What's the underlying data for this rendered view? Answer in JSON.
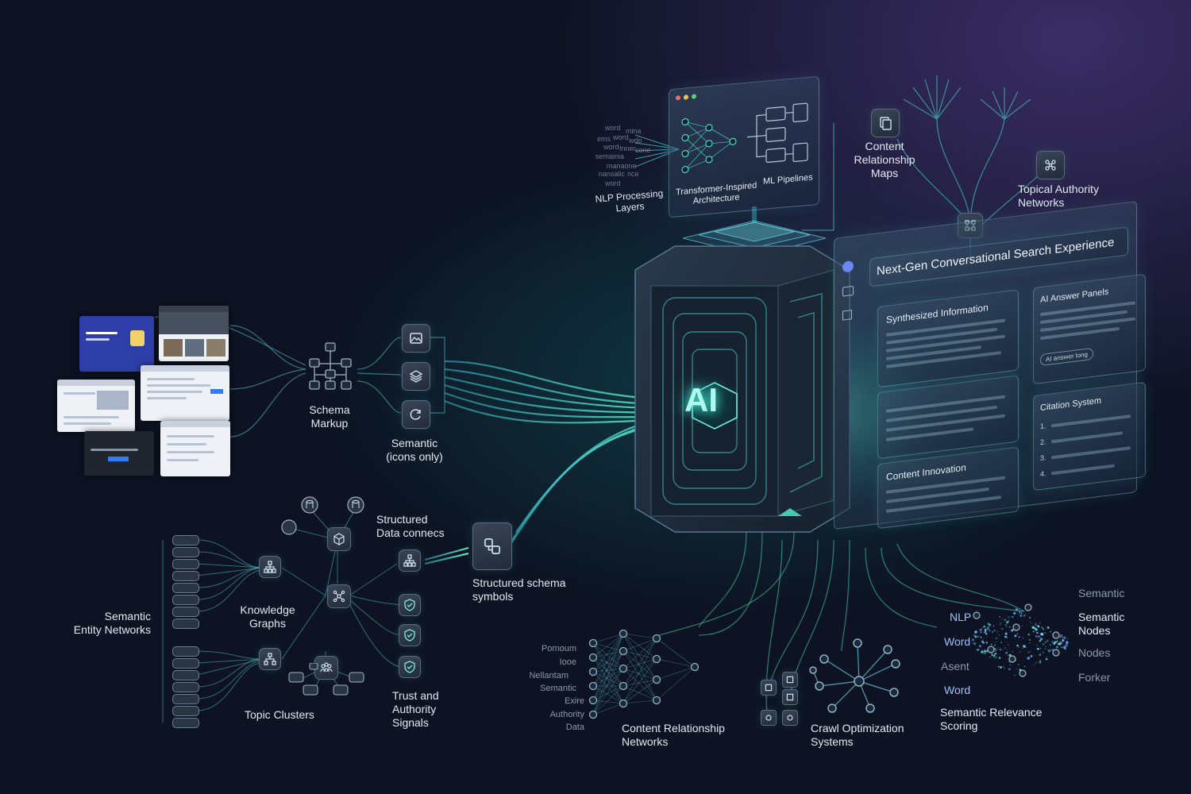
{
  "labels": {
    "nlp_processing": "NLP Processing\nLayers",
    "transformer": "Transformer-Inspired\nArchitecture",
    "ml_pipelines": "ML Pipelines",
    "content_rel_maps": "Content\nRelationship\nMaps",
    "topical_authority": "Topical Authority\nNetworks",
    "schema_markup": "Schema\nMarkup",
    "semantic_icons": "Semantic\n(icons only)",
    "structured_data": "Structured\nData connecs",
    "structured_schema": "Structured schema\nsymbols",
    "semantic_entity": "Semantic\nEntity Networks",
    "knowledge_graphs": "Knowledge\nGraphs",
    "topic_clusters": "Topic Clusters",
    "trust_authority": "Trust and\nAuthority\nSignals",
    "content_rel_networks": "Content Relationship\nNetworks",
    "crawl_optimization": "Crawl Optimization\nSystems",
    "semantic_relevance": "Semantic Relevance\nScoring",
    "ai_core": "AI"
  },
  "panel": {
    "title": "Next-Gen Conversational Search Experience",
    "synthesized": "Synthesized Information",
    "content_innovation": "Content Innovation",
    "ai_answer_panels": "AI Answer Panels",
    "ai_answer_tag": "AI answer long",
    "citation_system": "Citation System",
    "citation_numbers": [
      "1.",
      "2.",
      "3.",
      "4."
    ]
  },
  "nn_words": [
    "Pomoum",
    "Iooe",
    "Nellantam",
    "Semantic",
    "Exire",
    "Authority",
    "Data"
  ],
  "sem_left_words": [
    "NLP",
    "Word",
    "Asent",
    "Word"
  ],
  "sem_right_words": [
    "Semantic",
    "Semantic\nNodes",
    "Nodes",
    "Forker"
  ],
  "cloud_words": [
    "word",
    "mina",
    "ems",
    "word",
    "wdo",
    "word",
    "Inner",
    "cone",
    "semainia",
    "manaone",
    "nansalic",
    "nce",
    "word"
  ],
  "colors": {
    "accent": "#47e6c4",
    "accent2": "#2fb5d8",
    "bg": "#0d1322"
  }
}
